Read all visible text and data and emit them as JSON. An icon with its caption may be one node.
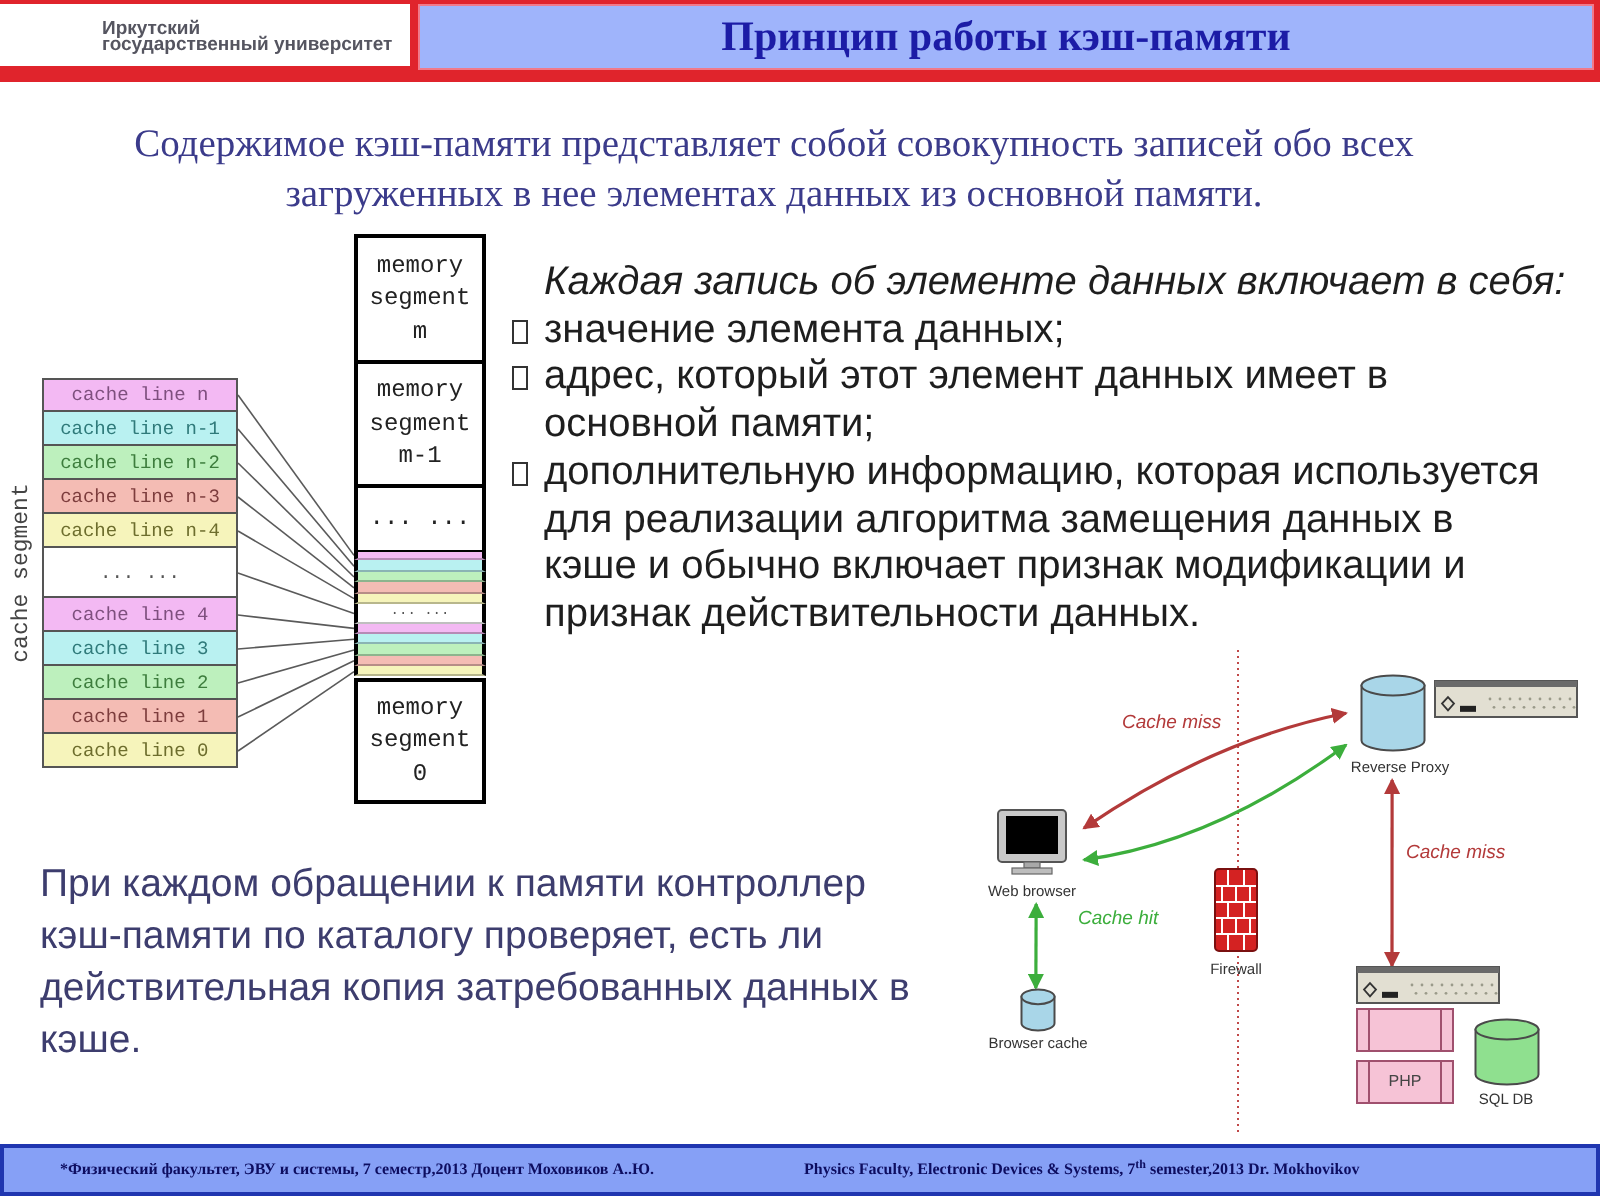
{
  "diagram": {
    "title": "Принцип работы кэш-памяти",
    "nodes": [
      {
        "text": [
          "cache segment"
        ]
      },
      {
        "text": [
          "cache line n"
        ],
        "in": 0
      },
      {
        "text": [
          "cache line n-1"
        ],
        "in": 0
      },
      {
        "text": [
          "cache line n-2"
        ],
        "in": 0
      },
      {
        "text": [
          "cache line n-3"
        ],
        "in": 0
      },
      {
        "text": [
          "cache line n-4"
        ],
        "in": 0
      },
      {
        "text": [
          "... ..."
        ],
        "in": 0
      },
      {
        "text": [
          "cache line 4"
        ],
        "in": 0
      },
      {
        "text": [
          "cache line 3"
        ],
        "in": 0
      },
      {
        "text": [
          "cache line 2"
        ],
        "in": 0
      },
      {
        "text": [
          "cache line 1"
        ],
        "in": 0
      },
      {
        "text": [
          "cache line 0"
        ],
        "in": 0
      },
      {
        "text": [
          "memory segment m"
        ]
      },
      {
        "text": [
          "memory segment m-1"
        ]
      },
      {
        "text": [
          "... ..."
        ]
      },
      {
        "text": [],
        "shape": "bar"
      },
      {
        "text": [],
        "shape": "bar"
      },
      {
        "text": [],
        "shape": "bar"
      },
      {
        "text": [],
        "shape": "bar"
      },
      {
        "text": [],
        "shape": "bar"
      },
      {
        "text": [
          "... ..."
        ]
      },
      {
        "text": [],
        "shape": "bar"
      },
      {
        "text": [],
        "shape": "bar"
      },
      {
        "text": [],
        "shape": "bar"
      },
      {
        "text": [],
        "shape": "bar"
      },
      {
        "text": [],
        "shape": "bar"
      },
      {
        "text": [
          "memory segment 0"
        ]
      },
      {
        "text": [
          "Web browser"
        ]
      },
      {
        "text": [
          "Browser cache"
        ]
      },
      {
        "text": [
          "Firewall"
        ]
      },
      {
        "text": [
          "Reverse Proxy"
        ]
      },
      {
        "text": [],
        "shape": "picture"
      },
      {
        "text": [],
        "shape": "box"
      },
      {
        "text": [
          "PHP"
        ]
      },
      {
        "text": [
          "SQL DB"
        ]
      }
    ],
    "edges": [
      {
        "from": 1,
        "to": 15,
        "arrow": "none"
      },
      {
        "from": 2,
        "to": 16,
        "arrow": "none"
      },
      {
        "from": 3,
        "to": 17,
        "arrow": "none"
      },
      {
        "from": 4,
        "to": 18,
        "arrow": "none"
      },
      {
        "from": 5,
        "to": 19,
        "arrow": "none"
      },
      {
        "from": 6,
        "to": 20,
        "arrow": "none"
      },
      {
        "from": 7,
        "to": 21,
        "arrow": "none"
      },
      {
        "from": 8,
        "to": 22,
        "arrow": "none"
      },
      {
        "from": 9,
        "to": 23,
        "arrow": "none"
      },
      {
        "from": 10,
        "to": 24,
        "arrow": "none"
      },
      {
        "from": 11,
        "to": 25,
        "arrow": "none"
      },
      {
        "from": 27,
        "to": 30,
        "arrow": "both",
        "label": "Cache miss",
        "color": "#b33a3a"
      },
      {
        "from": 27,
        "to": 30,
        "arrow": "both",
        "color": "#3cae3c"
      },
      {
        "from": 27,
        "to": 28,
        "arrow": "both",
        "label": "Cache hit",
        "color": "#3cae3c"
      },
      {
        "from": 30,
        "to": 31,
        "arrow": "both",
        "label": "Cache miss",
        "color": "#b33a3a"
      }
    ],
    "labels": [
      "Иркутский",
      "государственный университет",
      "Содержимое кэш-памяти представляет собой совокупность записей обо всех загруженных в нее элементах данных из основной памяти.",
      "Каждая запись об элементе данных включает в себя:",
      "значение элемента данных;",
      "адрес, который этот элемент данных имеет в основной памяти;",
      "дополнительную информацию, которая используется для реализации алгоритма замещения данных в кэше и обычно включает признак модификации и признак действительности данных.",
      "При каждом обращении к памяти контроллер кэш-памяти по каталогу проверяет, есть ли действительная копия затребованных данных в кэше.",
      "*Физический факультет, ЭВУ и системы, 7 семестр,2013 Доцент Моховиков А..Ю.",
      "Physics Faculty, Electronic Devices & Systems, 7$^{th}$ semester,2013 Dr. Mokhovikov"
    ]
  }
}
